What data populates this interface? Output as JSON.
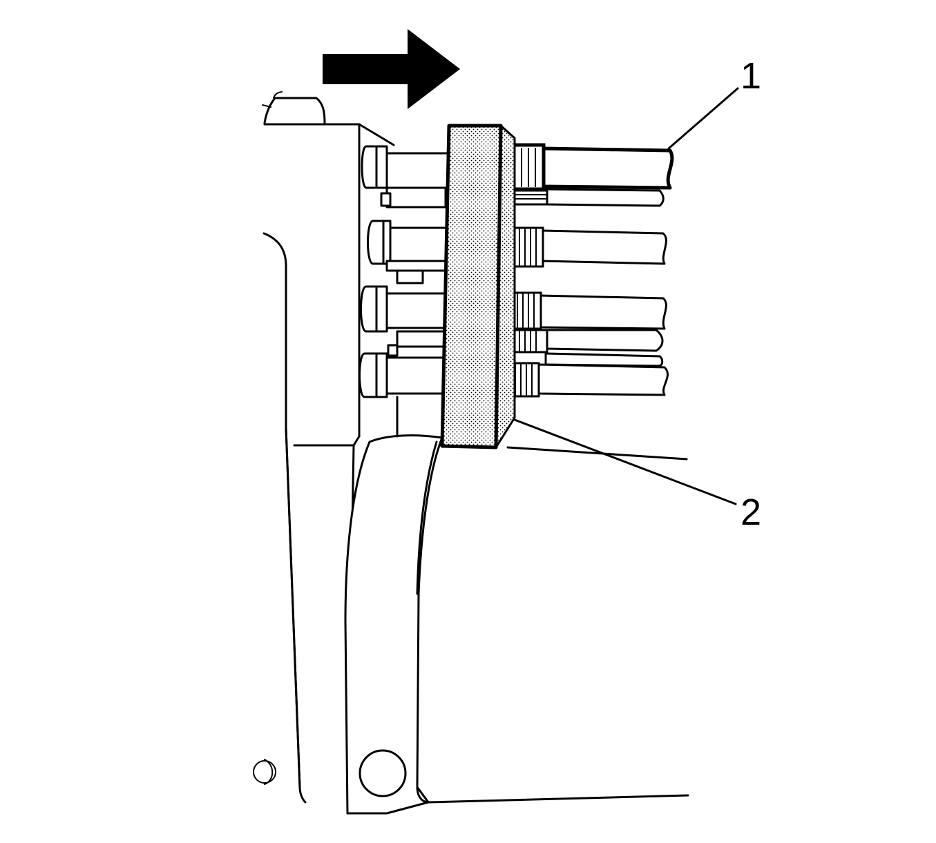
{
  "callouts": {
    "callout_1": "1",
    "callout_2": "2"
  },
  "colors": {
    "line": "#000000",
    "background": "#ffffff",
    "tool_fill": "stippled-gray"
  },
  "icons": {
    "direction_arrow": "right-arrow-icon"
  }
}
